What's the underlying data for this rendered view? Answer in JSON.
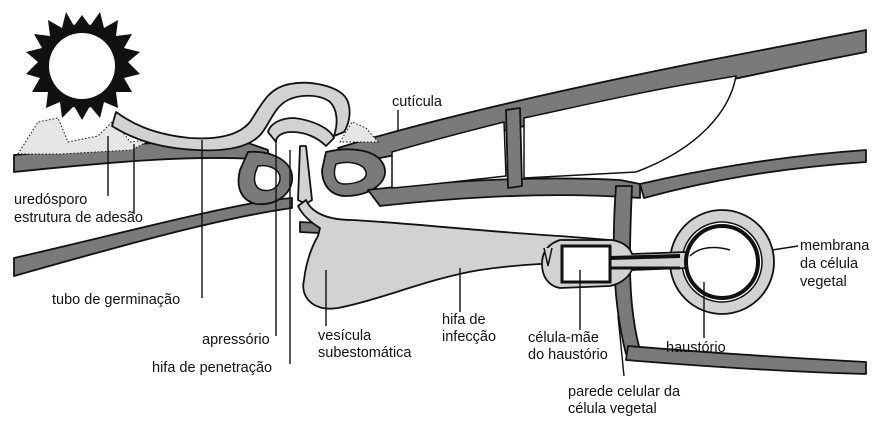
{
  "labels": {
    "uredosporo": "uredósporo",
    "estrutura_adesao": "estrutura de adesão",
    "tubo_germinacao": "tubo de germinação",
    "apressorio": "apressório",
    "hifa_penetracao": "hifa de penetração",
    "vesicula_line1": "vesícula",
    "vesicula_line2": "subestomática",
    "hifa_infeccao_line1": "hifa de",
    "hifa_infeccao_line2": "infecção",
    "celula_mae_line1": "célula-mãe",
    "celula_mae_line2": "do haustório",
    "haustorio": "haustório",
    "parede_line1": "parede celular da",
    "parede_line2": "célula vegetal",
    "membrana_line1": "membrana",
    "membrana_line2": "da célula",
    "membrana_line3": "vegetal",
    "cuticula": "cutícula"
  },
  "colors": {
    "cell_wall": "#7a7a7a",
    "fungus_fill": "#d2d2d2",
    "outline": "#111111",
    "background": "#ffffff"
  }
}
